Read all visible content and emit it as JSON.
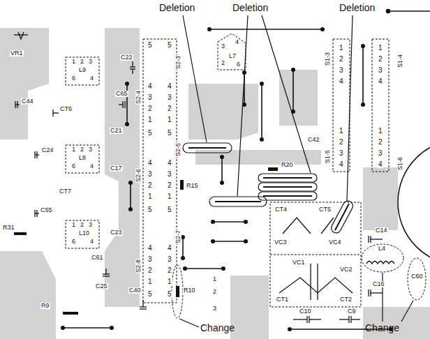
{
  "diagram": {
    "labels": [
      "Deletion",
      "Deletion",
      "Deletion",
      "Change",
      "Change",
      "VR1",
      "C22",
      "L9",
      "1",
      "2",
      "3",
      "6",
      "4",
      "C44",
      "CT6",
      "C65",
      "C21",
      "C24",
      "L8",
      "1",
      "2",
      "3",
      "6",
      "4",
      "C17",
      "CT7",
      "C55",
      "R31",
      "L10",
      "1",
      "2",
      "3",
      "6",
      "4",
      "C23",
      "C61",
      "C25",
      "C40",
      "R9",
      "R10",
      "1",
      "2",
      "3",
      "R15",
      "R20",
      "C42",
      "L7",
      "3",
      "4",
      "2",
      "6",
      "S2-3",
      "S2-4",
      "S2-5",
      "S2-6",
      "S2-7",
      "S2-8",
      "5",
      "5",
      "4",
      "4",
      "3",
      "3",
      "2",
      "2",
      "1",
      "1",
      "5",
      "5",
      "4",
      "4",
      "3",
      "3",
      "2",
      "2",
      "1",
      "1",
      "5",
      "5",
      "4",
      "4",
      "3",
      "3",
      "2",
      "2",
      "1",
      "1",
      "5",
      "5",
      "S1-3",
      "S1-4",
      "S1-5",
      "S1-6",
      "1",
      "1",
      "2",
      "2",
      "3",
      "3",
      "4",
      "4",
      "1",
      "1",
      "2",
      "2",
      "3",
      "3",
      "4",
      "4",
      "CT4",
      "CT5",
      "VC3",
      "VC4",
      "C14",
      "L4",
      "C16",
      "C60",
      "VC1",
      "VC2",
      "CT1",
      "CT2",
      "C10",
      "C9"
    ]
  }
}
